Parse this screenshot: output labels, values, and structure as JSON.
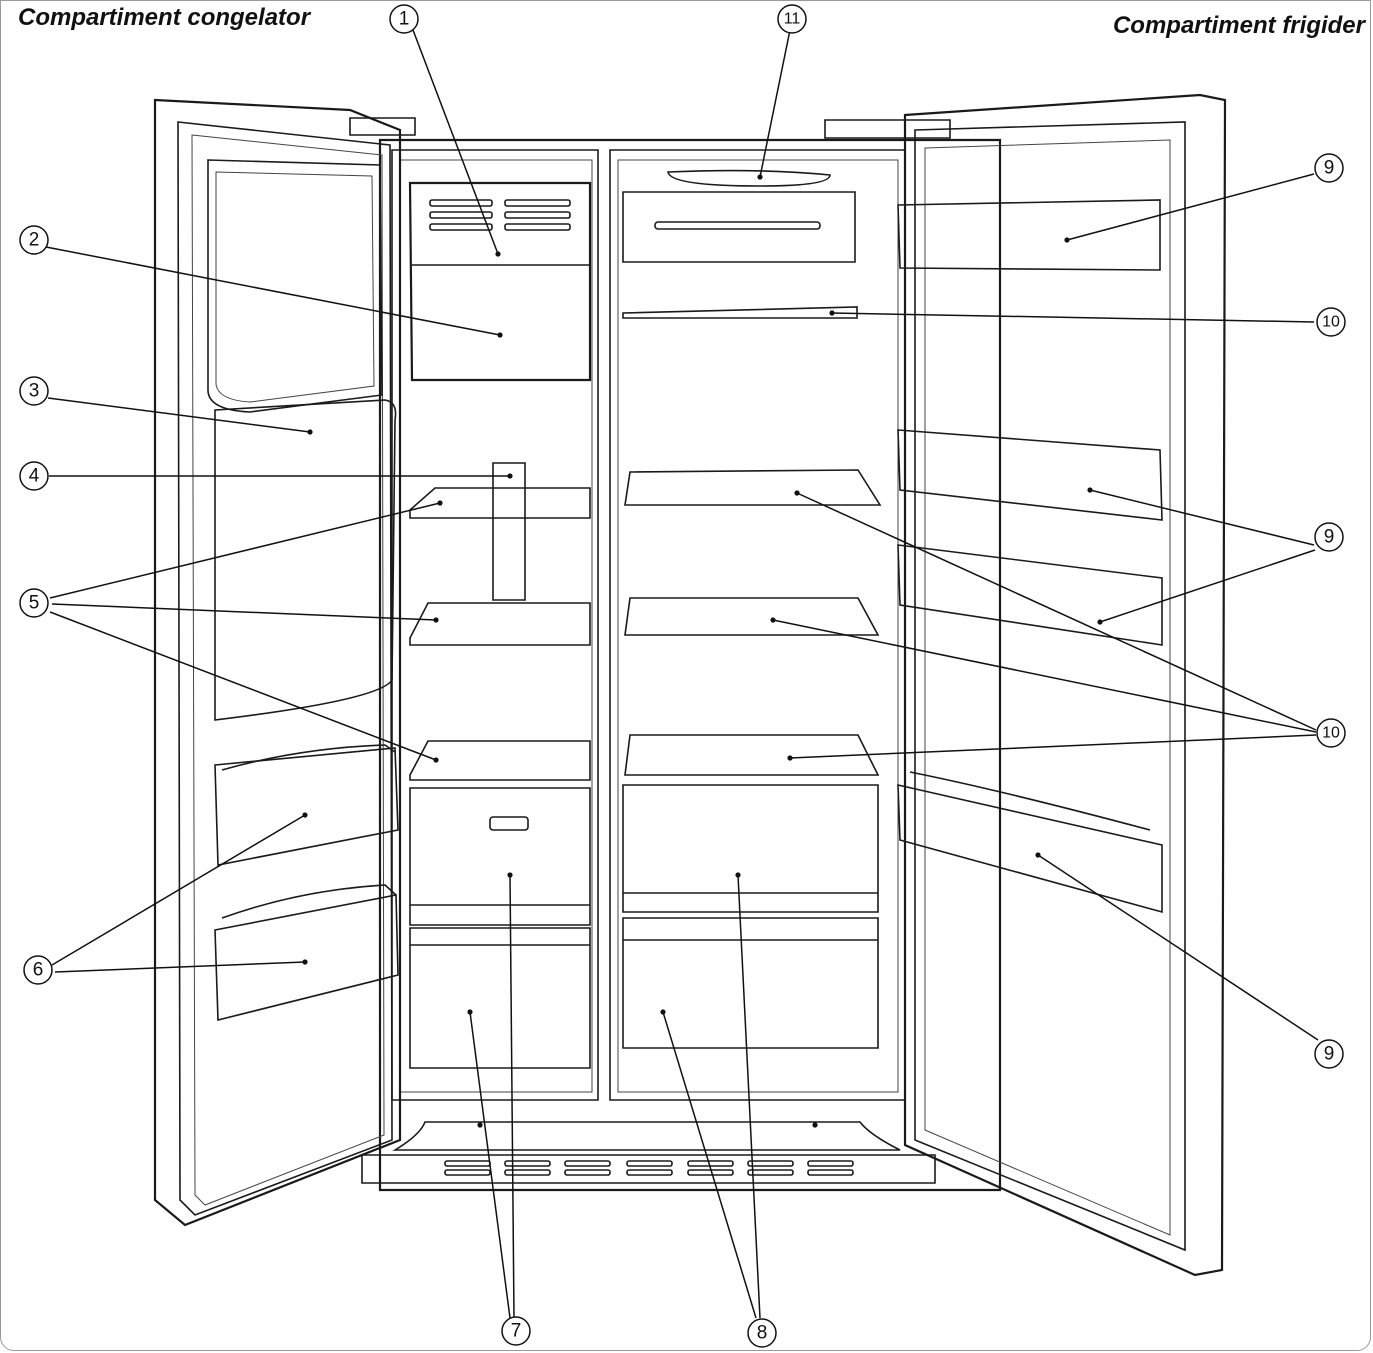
{
  "titles": {
    "left": "Compartiment congelator",
    "right": "Compartiment frigider"
  },
  "callouts": [
    "1",
    "2",
    "3",
    "4",
    "5",
    "6",
    "7",
    "8",
    "9",
    "10",
    "11"
  ]
}
